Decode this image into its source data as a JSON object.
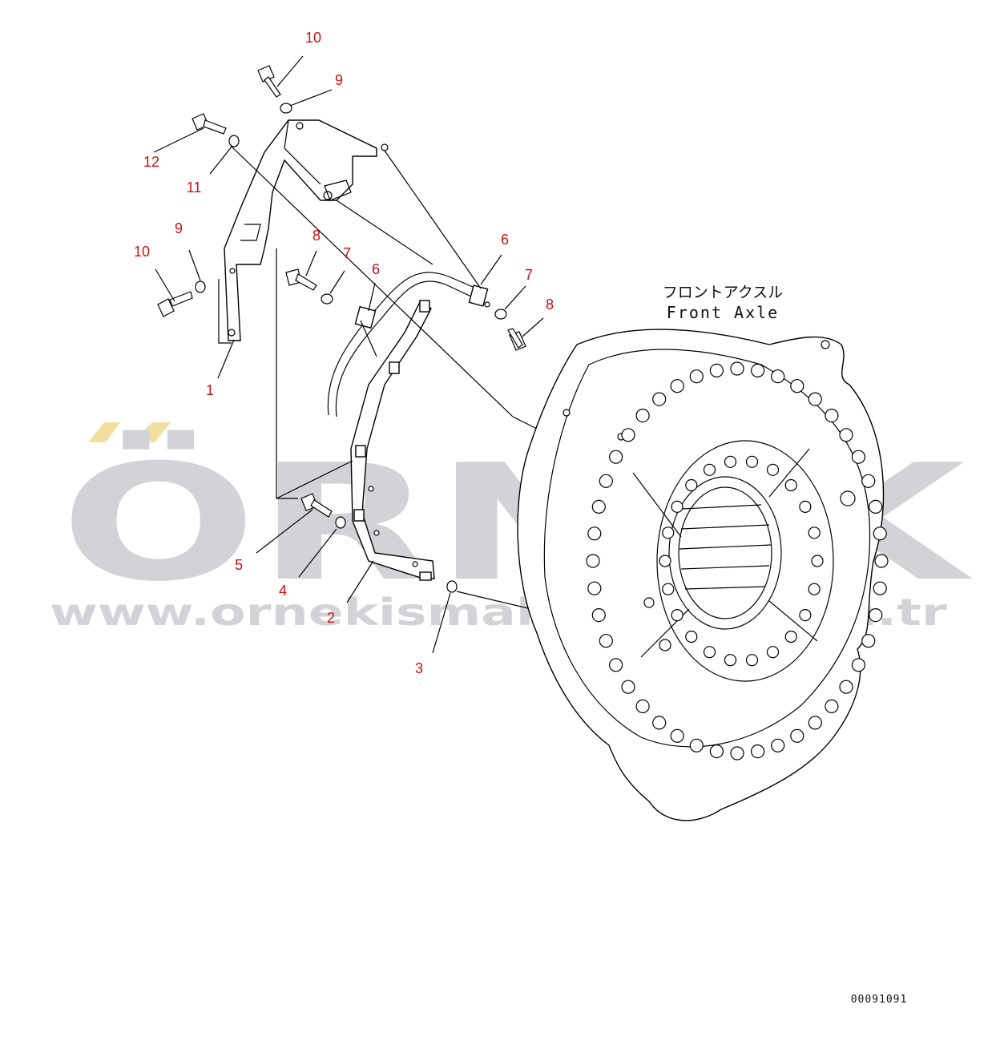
{
  "watermark": {
    "brand": "ÖRNEK",
    "url": "www.ornekismakinalari.com.tr",
    "colors": {
      "letters": "#d3d2d6",
      "accent": "#f2dfa0"
    }
  },
  "assembly_label": {
    "jp": "フロントアクスル",
    "en": "Front Axle"
  },
  "drawing_id": "00091091",
  "callouts": [
    "10",
    "9",
    "12",
    "11",
    "9",
    "10",
    "1",
    "8",
    "7",
    "6",
    "6",
    "7",
    "8",
    "5",
    "4",
    "2",
    "3"
  ],
  "colors": {
    "callout": "#cc1111",
    "lines": "#000000"
  }
}
